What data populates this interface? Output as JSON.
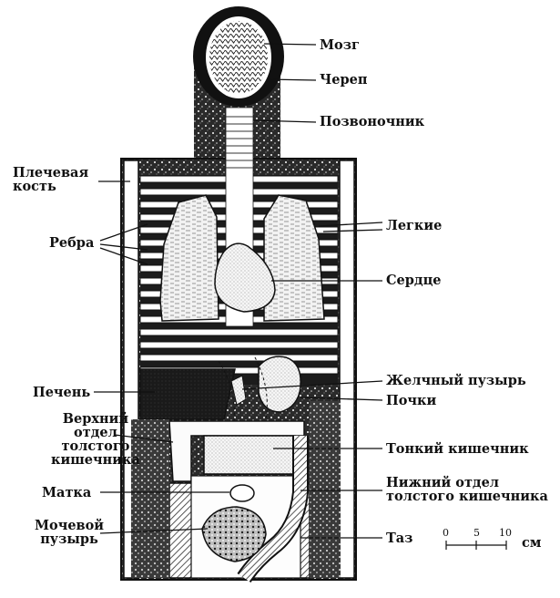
{
  "labels": {
    "brain": "Мозг",
    "skull": "Череп",
    "spine": "Позвоночник",
    "humerus": "Плечевая\nкость",
    "lungs": "Легкие",
    "ribs": "Ребра",
    "heart": "Сердце",
    "liver": "Печень",
    "gallbladder": "Желчный пузырь",
    "kidneys": "Почки",
    "upper_colon": "Верхний\nотдел\nтолстого\nкишечника",
    "small_intestine": "Тонкий кишечник",
    "lower_colon": "Нижний отдел\nтолстого кишечника",
    "uterus": "Матка",
    "bladder": "Мочевой\nпузырь",
    "pelvis": "Таз"
  },
  "scale": {
    "ticks": [
      "0",
      "5",
      "10"
    ],
    "unit": "см"
  },
  "colors": {
    "ink": "#111111",
    "paper": "#ffffff",
    "dark_fill": "#1e1e1e",
    "organ_fill": "#f4f4f4"
  }
}
